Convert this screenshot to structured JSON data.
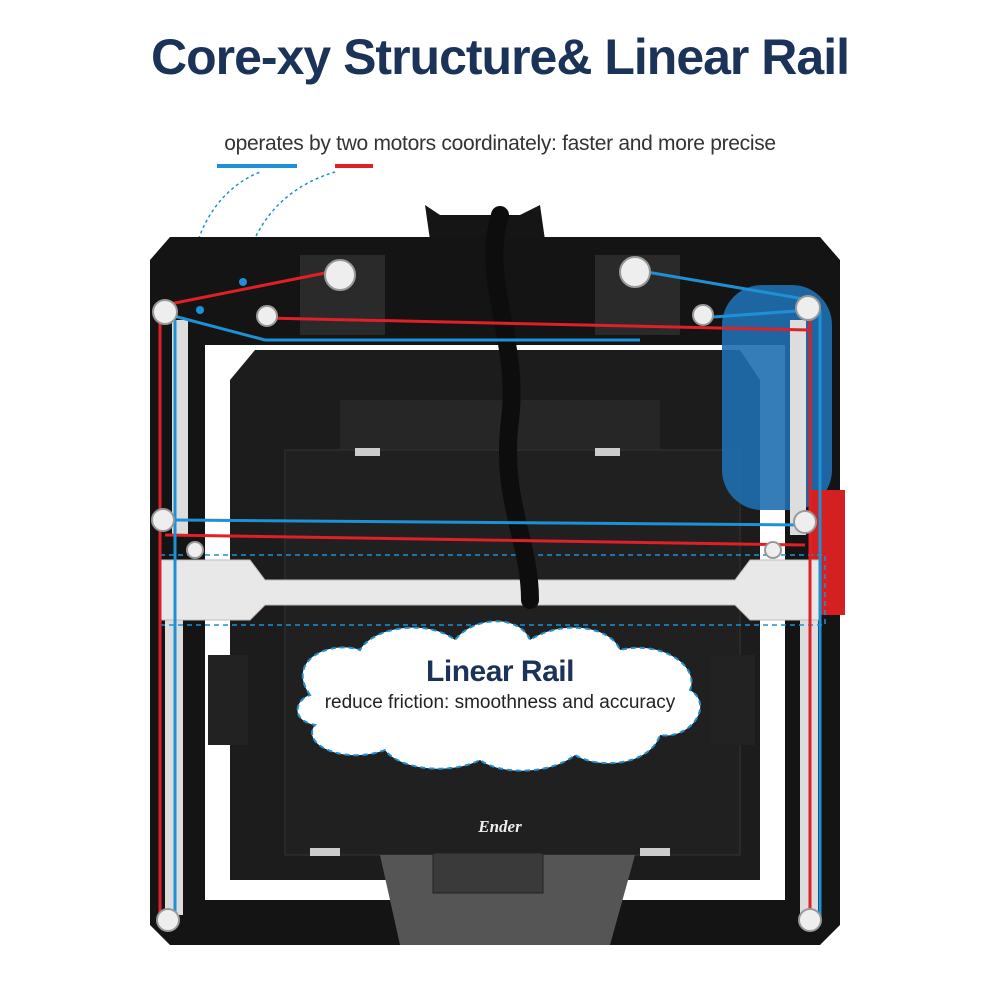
{
  "title": "Core-xy Structure& Linear Rail",
  "subtitle": "operates by two motors coordinately: faster and more precise",
  "callout": {
    "title": "Linear Rail",
    "text": "reduce friction: smoothness and accuracy"
  },
  "logo_text": "Ender",
  "colors": {
    "title": "#1b3358",
    "belt_blue": "#1e90d6",
    "belt_red": "#e01f26",
    "frame": "#111111"
  }
}
